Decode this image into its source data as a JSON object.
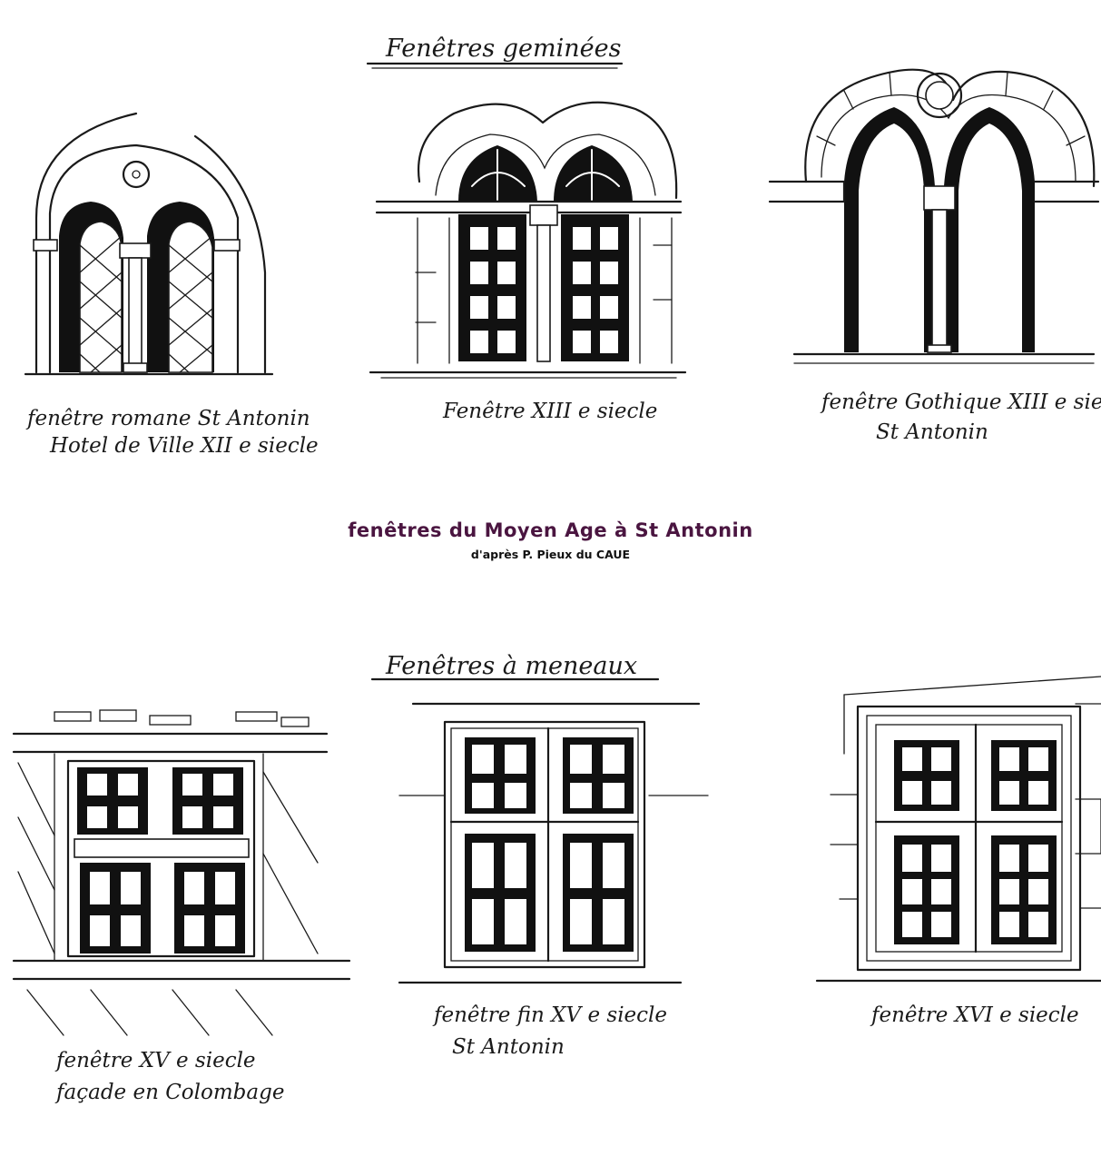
{
  "page": {
    "title": "fenêtres du Moyen Age à St Antonin",
    "subtitle": "d'après P. Pieux du CAUE",
    "title_color": "#4a1540"
  },
  "sections": [
    {
      "heading": "Fenêtres geminées"
    },
    {
      "heading": "Fenêtres à meneaux"
    }
  ],
  "windows": [
    {
      "caption_line1": "fenêtre romane  St Antonin",
      "caption_line2": "Hotel de Ville  XII e siecle"
    },
    {
      "caption_line1": "Fenêtre  XIII e siecle"
    },
    {
      "caption_line1": "fenêtre Gothique XIII e siecle",
      "caption_line2": "St Antonin"
    },
    {
      "caption_line1": "fenêtre  XV e siecle",
      "caption_line2": "façade en Colombage"
    },
    {
      "caption_line1": "fenêtre fin XV e siecle",
      "caption_line2": "St Antonin"
    },
    {
      "caption_line1": "fenêtre  XVI e siecle"
    }
  ]
}
